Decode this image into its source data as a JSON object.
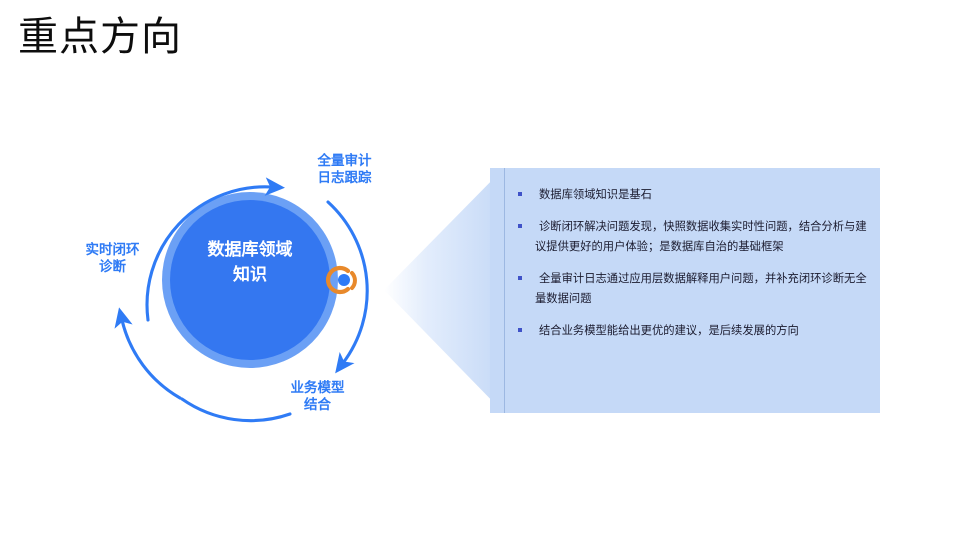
{
  "slide": {
    "title": "重点方向",
    "background_color": "#ffffff"
  },
  "diagram": {
    "core": {
      "line1": "数据库领域",
      "line2": "知识",
      "fill_color": "#3477f0",
      "ring_color": "#6ba0f5",
      "text_color": "#ffffff"
    },
    "marker": {
      "name": "orange-c-marker",
      "ring_color": "#e8892b",
      "dot_color": "#2f7bf5"
    },
    "arrow_color": "#2f7bf5",
    "labels": [
      {
        "id": "top",
        "line1": "全量审计",
        "line2": "日志跟踪"
      },
      {
        "id": "left",
        "line1": "实时闭环",
        "line2": "诊断"
      },
      {
        "id": "bottom",
        "line1": "业务模型",
        "line2": "结合"
      }
    ],
    "label_color": "#2f7bf5"
  },
  "panel": {
    "background_color": "#c5d9f7",
    "divider_color": "#9db8e2",
    "bullet_color": "#3f52c8",
    "text_color": "#1a1a2e",
    "bullets": [
      "数据库领域知识是基石",
      "诊断闭环解决问题发现，快照数据收集实时性问题，结合分析与建议提供更好的用户体验；是数据库自治的基础框架",
      "全量审计日志通过应用层数据解释用户问题，并补充闭环诊断无全量数据问题",
      "结合业务模型能给出更优的建议，是后续发展的方向"
    ]
  }
}
